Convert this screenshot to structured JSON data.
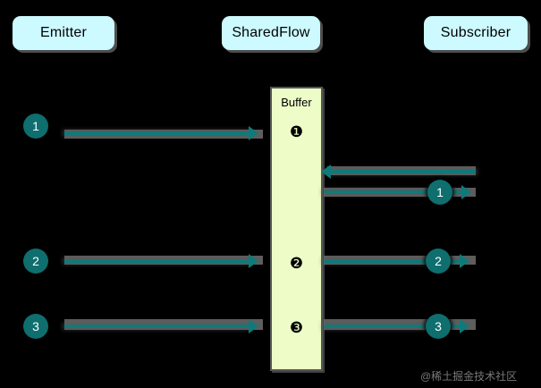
{
  "diagram": {
    "title": "SharedFlow buffer emission and subscription diagram",
    "background": "#000000",
    "colors": {
      "lane_box_fill": "#ccfaff",
      "buffer_fill": "#eefcc8",
      "accent_teal": "#0f6e6e",
      "arrow_teal": "#0f7a7a",
      "watermark": "#8e8e8e"
    }
  },
  "lanes": [
    {
      "id": "emitter",
      "label": "Emitter"
    },
    {
      "id": "sharedflow",
      "label": "SharedFlow"
    },
    {
      "id": "subscriber",
      "label": "Subscriber"
    }
  ],
  "buffer": {
    "label": "Buffer",
    "tokens": [
      "❶",
      "❷",
      "❸"
    ]
  },
  "emissions": [
    {
      "label": "1"
    },
    {
      "label": "2"
    },
    {
      "label": "3"
    }
  ],
  "deliveries": [
    {
      "label": "1"
    },
    {
      "label": "2"
    },
    {
      "label": "3"
    }
  ],
  "subscription": {
    "direction": "left",
    "label": ""
  },
  "watermark": {
    "text": "@稀土掘金技术社区"
  }
}
